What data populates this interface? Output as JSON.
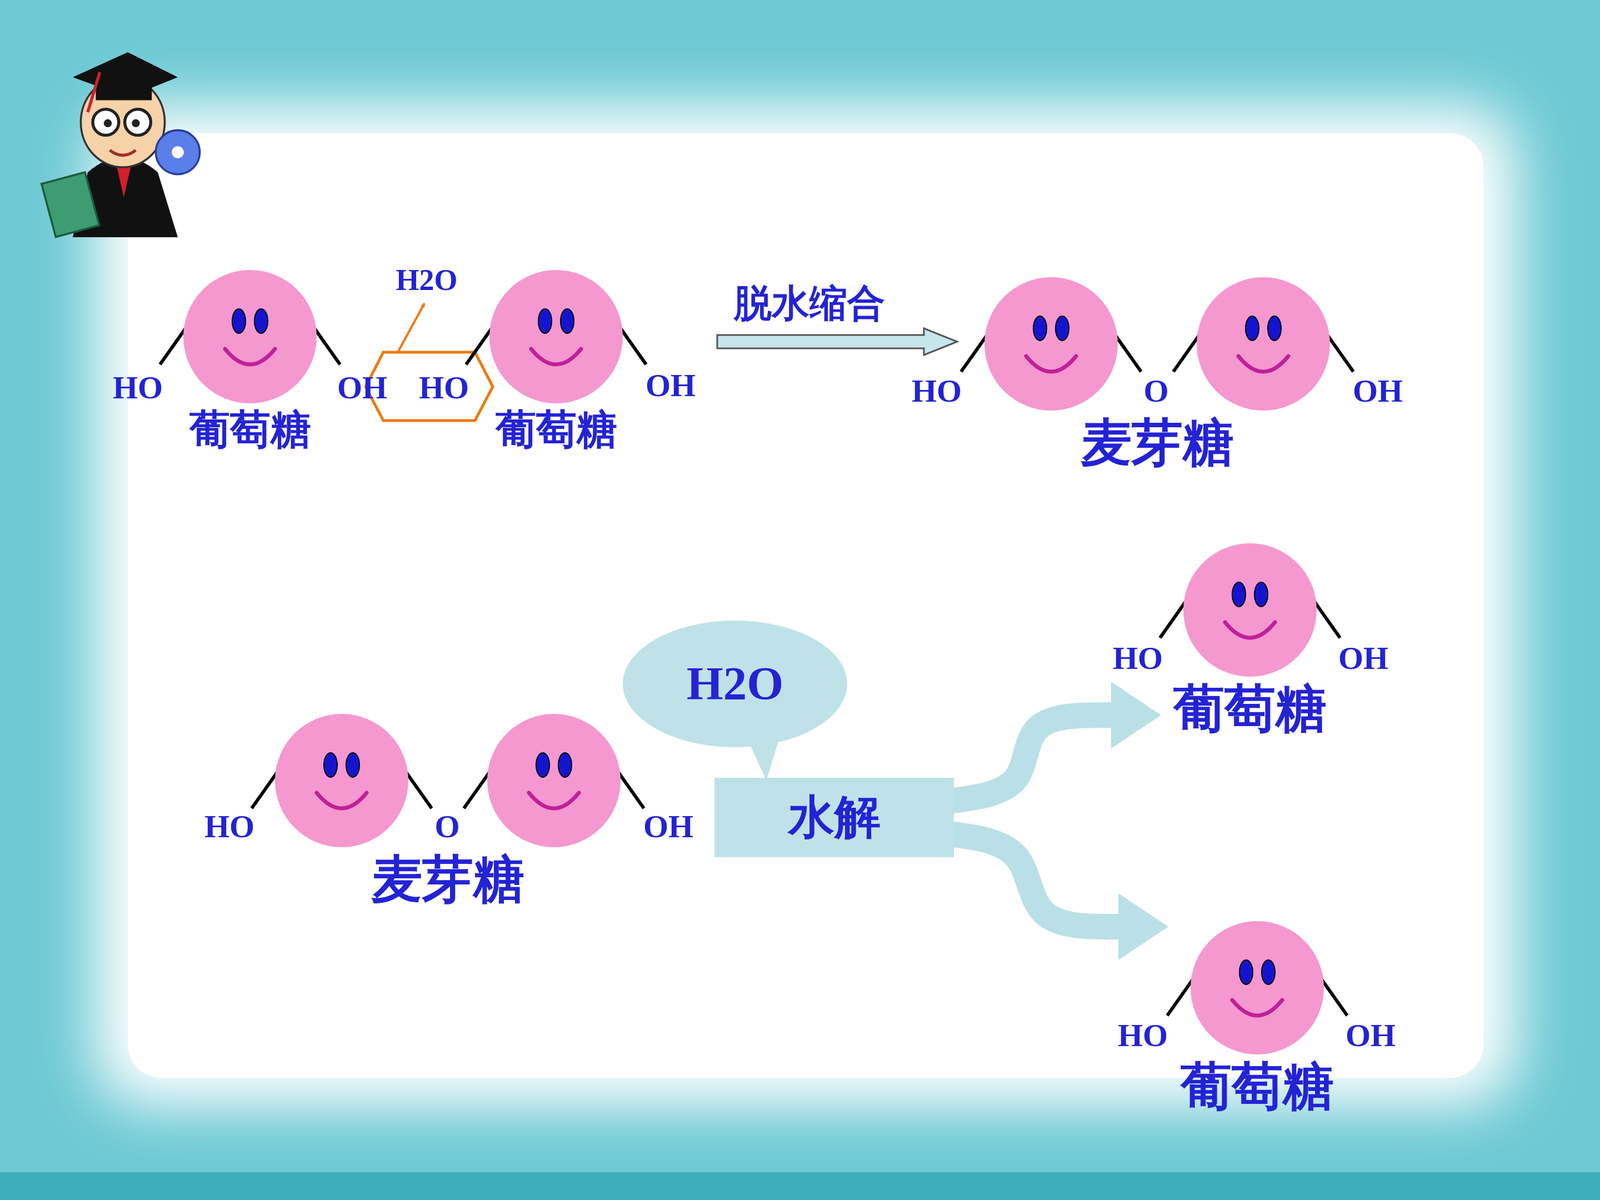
{
  "diagram": {
    "nodes": [
      {
        "text": [
          "葡萄糖"
        ]
      },
      {
        "text": [
          "葡萄糖"
        ]
      },
      {
        "text": [
          "麦芽糖"
        ]
      },
      {
        "text": [
          "麦芽糖"
        ]
      },
      {
        "text": [
          "H2O"
        ]
      },
      {
        "text": [
          "水解"
        ]
      },
      {
        "text": [
          "葡萄糖"
        ]
      },
      {
        "text": [
          "葡萄糖"
        ]
      }
    ],
    "edges": [
      {
        "from": 1,
        "to": 2,
        "arrow": "to",
        "label": "脱水缩合"
      },
      {
        "from": 5,
        "to": 6,
        "arrow": "to"
      },
      {
        "from": 5,
        "to": 7,
        "arrow": "to"
      }
    ],
    "labels": [
      "HO",
      "OH",
      "HO",
      "OH",
      "H2O",
      "HO",
      "O",
      "OH",
      "HO",
      "O",
      "OH",
      "HO",
      "OH",
      "HO",
      "OH"
    ]
  }
}
